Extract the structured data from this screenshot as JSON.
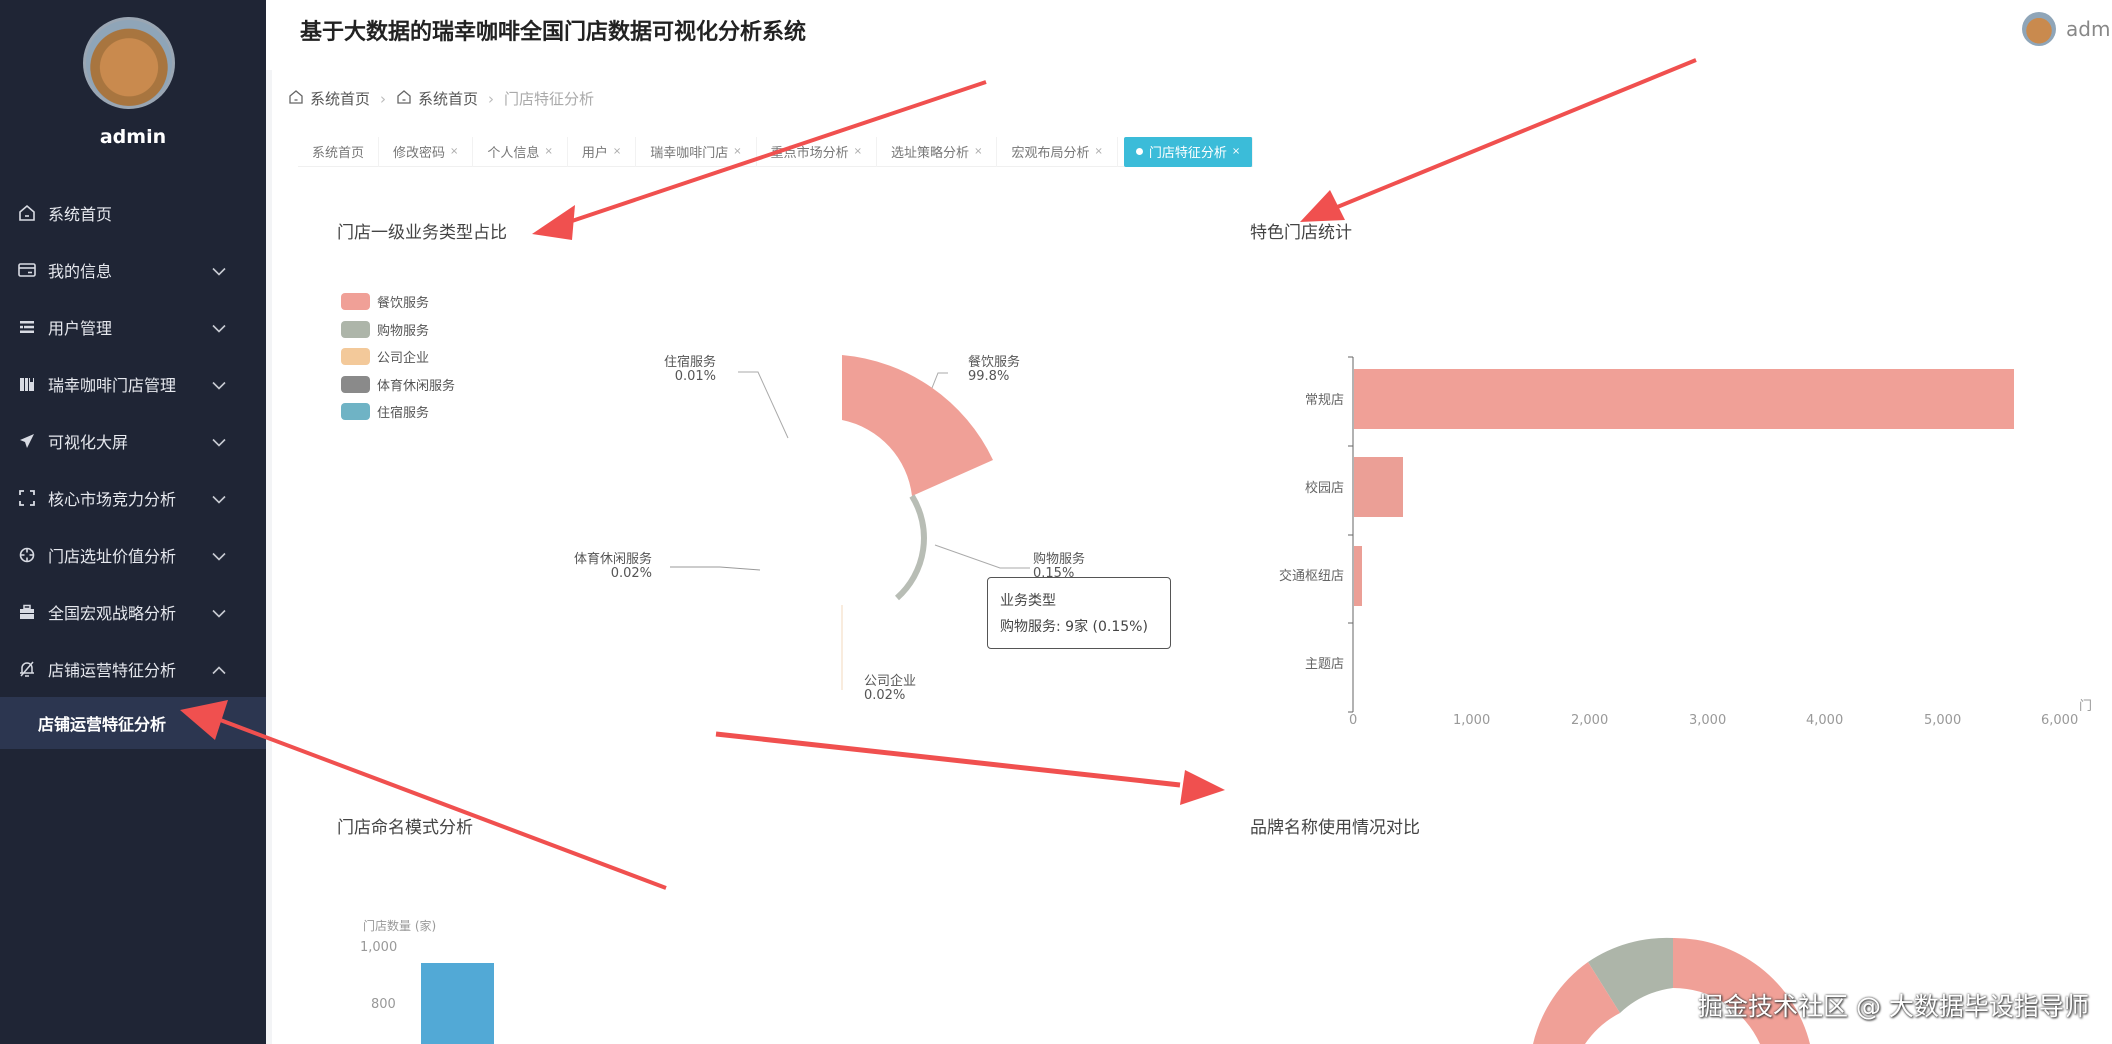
{
  "header": {
    "title": "基于大数据的瑞幸咖啡全国门店数据可视化分析系统",
    "username": "admin"
  },
  "sidebar": {
    "username": "admin",
    "items": [
      {
        "label": "系统首页",
        "icon": "home-icon",
        "has_chevron": false
      },
      {
        "label": "我的信息",
        "icon": "card-icon",
        "has_chevron": true
      },
      {
        "label": "用户管理",
        "icon": "list-icon",
        "has_chevron": true
      },
      {
        "label": "瑞幸咖啡门店管理",
        "icon": "building-icon",
        "has_chevron": true
      },
      {
        "label": "可视化大屏",
        "icon": "send-icon",
        "has_chevron": true
      },
      {
        "label": "核心市场竞力分析",
        "icon": "fullscreen-icon",
        "has_chevron": true
      },
      {
        "label": "门店选址价值分析",
        "icon": "crosshair-icon",
        "has_chevron": true
      },
      {
        "label": "全国宏观战略分析",
        "icon": "briefcase-icon",
        "has_chevron": true
      },
      {
        "label": "店铺运营特征分析",
        "icon": "bell-off-icon",
        "has_chevron": true,
        "expanded": true
      }
    ],
    "submenu": {
      "label": "店铺运营特征分析"
    }
  },
  "breadcrumb": {
    "items": [
      "系统首页",
      "系统首页"
    ],
    "current": "门店特征分析"
  },
  "tabs": [
    {
      "label": "系统首页",
      "closable": false
    },
    {
      "label": "修改密码",
      "closable": true
    },
    {
      "label": "个人信息",
      "closable": true
    },
    {
      "label": "用户",
      "closable": true
    },
    {
      "label": "瑞幸咖啡门店",
      "closable": true
    },
    {
      "label": "重点市场分析",
      "closable": true
    },
    {
      "label": "选址策略分析",
      "closable": true
    },
    {
      "label": "宏观布局分析",
      "closable": true
    },
    {
      "label": "门店特征分析",
      "closable": true,
      "active": true
    }
  ],
  "tab_close_glyph": "×",
  "colors": {
    "sidebar_bg": "#1f2535",
    "active_tab": "#3bbcd9",
    "series": [
      "#f0a097",
      "#adb5a9",
      "#f3c99a",
      "#8a8a8a",
      "#6fb3c5"
    ],
    "bar": "#f0a097",
    "naming_bar": "#52a9d6",
    "annotation_arrow": "#f0504f"
  },
  "chart_data": [
    {
      "type": "pie",
      "subtype": "rose",
      "title": "门店一级业务类型占比",
      "legend": [
        "餐饮服务",
        "购物服务",
        "公司企业",
        "体育休闲服务",
        "住宿服务"
      ],
      "slices": [
        {
          "name": "餐饮服务",
          "percent": "99.8%"
        },
        {
          "name": "购物服务",
          "percent": "0.15%",
          "value": 9
        },
        {
          "name": "公司企业",
          "percent": "0.02%"
        },
        {
          "name": "体育休闲服务",
          "percent": "0.02%"
        },
        {
          "name": "住宿服务",
          "percent": "0.01%"
        }
      ],
      "tooltip": {
        "title": "业务类型",
        "text": "购物服务: 9家 (0.15%)"
      }
    },
    {
      "type": "bar",
      "orientation": "horizontal",
      "title": "特色门店统计",
      "categories": [
        "常规店",
        "校园店",
        "交通枢纽店",
        "主题店"
      ],
      "values": [
        5600,
        420,
        70,
        0
      ],
      "xticks": [
        "0",
        "1,000",
        "2,000",
        "3,000",
        "4,000",
        "5,000",
        "6,000"
      ],
      "xlim": [
        0,
        6000
      ],
      "xlabel": "门"
    },
    {
      "type": "bar",
      "title": "门店命名模式分析",
      "ylabel": "门店数量 (家)",
      "yticks": [
        "1,000",
        "800"
      ],
      "values": [
        950
      ]
    },
    {
      "type": "pie",
      "subtype": "donut",
      "title": "品牌名称使用情况对比"
    }
  ],
  "watermark": "掘金技术社区 @ 大数据毕设指导师"
}
